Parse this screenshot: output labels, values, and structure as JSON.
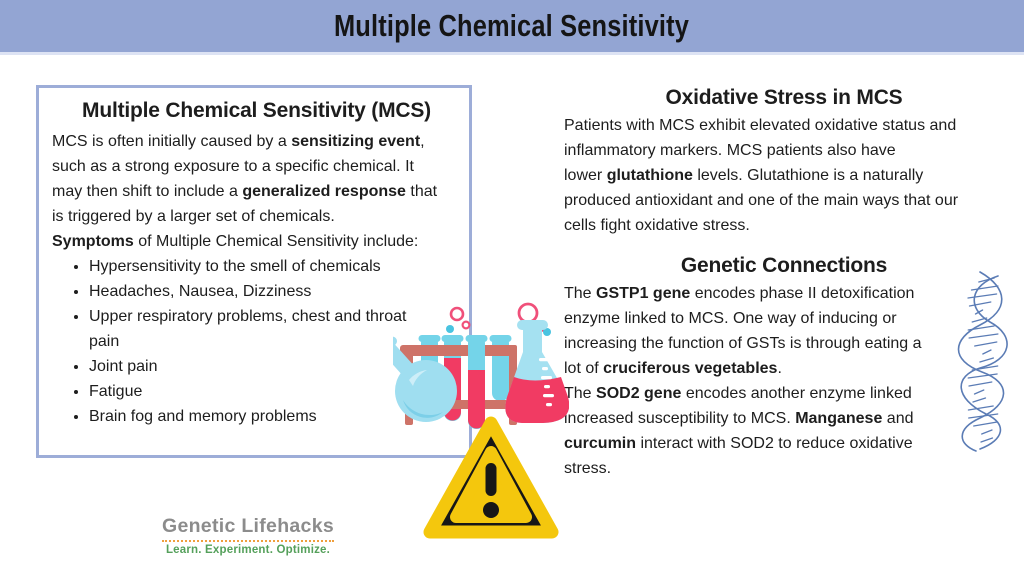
{
  "banner": {
    "title": "Multiple Chemical Sensitivity"
  },
  "left_box": {
    "heading": "Multiple Chemical Sensitivity (MCS)",
    "intro": [
      {
        "t": "MCS is often initially caused by a "
      },
      {
        "t": "sensitizing event",
        "b": true
      },
      {
        "t": ",\nsuch as a strong exposure to a specific chemical. It\nmay then shift to include a "
      },
      {
        "t": "generalized response",
        "b": true
      },
      {
        "t": " that\nis triggered by a larger set of chemicals."
      }
    ],
    "symptoms_lead": [
      {
        "t": "Symptoms",
        "b": true
      },
      {
        "t": " of Multiple Chemical Sensitivity include:"
      }
    ],
    "symptoms": [
      "Hypersensitivity to the smell of chemicals",
      "Headaches, Nausea, Dizziness",
      "Upper respiratory problems, chest and throat\npain",
      "Joint pain",
      "Fatigue",
      "Brain fog and memory problems"
    ]
  },
  "oxidative": {
    "heading": "Oxidative Stress in MCS",
    "body": [
      {
        "t": "Patients with MCS exhibit elevated oxidative status and\ninflammatory markers. MCS patients also have\nlower "
      },
      {
        "t": "glutathione",
        "b": true
      },
      {
        "t": " levels. Glutathione is a naturally\nproduced antioxidant and one of the main ways that our\ncells fight oxidative stress."
      }
    ]
  },
  "genetic": {
    "heading": "Genetic Connections",
    "body1": [
      {
        "t": "The "
      },
      {
        "t": "GSTP1 gene",
        "b": true
      },
      {
        "t": " encodes phase II detoxification\nenzyme linked to MCS. One way of inducing or\nincreasing the function of GSTs is through eating a\nlot of "
      },
      {
        "t": "cruciferous vegetables",
        "b": true
      },
      {
        "t": "."
      }
    ],
    "body2": [
      {
        "t": "The "
      },
      {
        "t": "SOD2 gene",
        "b": true
      },
      {
        "t": " encodes another enzyme linked\nincreased susceptibility to MCS. "
      },
      {
        "t": "Manganese",
        "b": true
      },
      {
        "t": " and\n"
      },
      {
        "t": "curcumin",
        "b": true
      },
      {
        "t": " interact with SOD2 to reduce oxidative\nstress."
      }
    ]
  },
  "logo": {
    "name": "Genetic Lifehacks",
    "tagline": "Learn. Experiment. Optimize."
  },
  "icons": {
    "lab_illustration": "chemistry-flasks-and-test-tube-rack",
    "warning_illustration": "warning-triangle",
    "dna_illustration": "dna-double-helix"
  },
  "colors": {
    "banner_bg": "#93a5d3",
    "box_border": "#9dadd8",
    "warning_yellow": "#f4c70d",
    "warning_black": "#171717",
    "flask_pink": "#f13b63",
    "flask_blue": "#74d4e9",
    "flask_light_blue": "#a5e1f1",
    "rack_salmon": "#ce7368",
    "bubble_pink": "#f0507a",
    "dna_blue": "#5b7cb5",
    "logo_gray": "#8c8c8c",
    "logo_green": "#55a05b",
    "logo_dotted_orange": "#ef9f3d"
  }
}
